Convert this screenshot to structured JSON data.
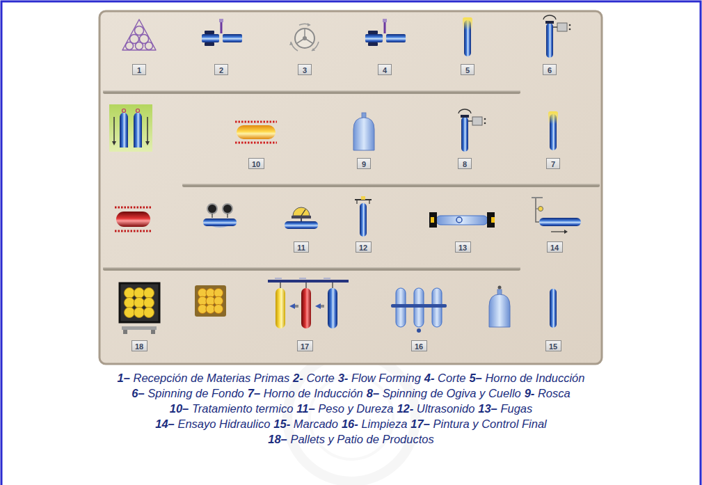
{
  "diagram": {
    "nodes": [
      {
        "text": [
          "1"
        ]
      },
      {
        "text": [
          "2"
        ]
      },
      {
        "text": [
          "3"
        ]
      },
      {
        "text": [
          "4"
        ]
      },
      {
        "text": [
          "5"
        ]
      },
      {
        "text": [
          "6"
        ]
      },
      {
        "text": [
          "10"
        ]
      },
      {
        "text": [
          "9"
        ]
      },
      {
        "text": [
          "8"
        ]
      },
      {
        "text": [
          "7"
        ]
      },
      {
        "text": [
          "11"
        ]
      },
      {
        "text": [
          "12"
        ]
      },
      {
        "text": [
          "13"
        ]
      },
      {
        "text": [
          "14"
        ]
      },
      {
        "text": [
          "18"
        ]
      },
      {
        "text": [
          "17"
        ]
      },
      {
        "text": [
          "16"
        ]
      },
      {
        "text": [
          "15"
        ]
      }
    ],
    "labels": [
      "1–",
      "Recepción de Materias Primas",
      "2-",
      "Corte",
      "3-",
      "Flow Forming",
      "4-",
      "Corte",
      "5–",
      "Horno de Inducción",
      "6–",
      "Spinning de Fondo",
      "7–",
      "Horno de Inducción",
      "8–",
      "Spinning de Ogiva y Cuello",
      "9-",
      "Rosca",
      "10–",
      "Tratamiento termico",
      "11–",
      "Peso y Dureza",
      "12-",
      "Ultrasonido",
      "13–",
      "Fugas",
      "14–",
      "Ensayo Hidraulico",
      "15-",
      "Marcado",
      "16-",
      "Limpieza",
      "17–",
      "Pintura y Control Final",
      "18–",
      "Pallets y Patio de Productos"
    ]
  }
}
